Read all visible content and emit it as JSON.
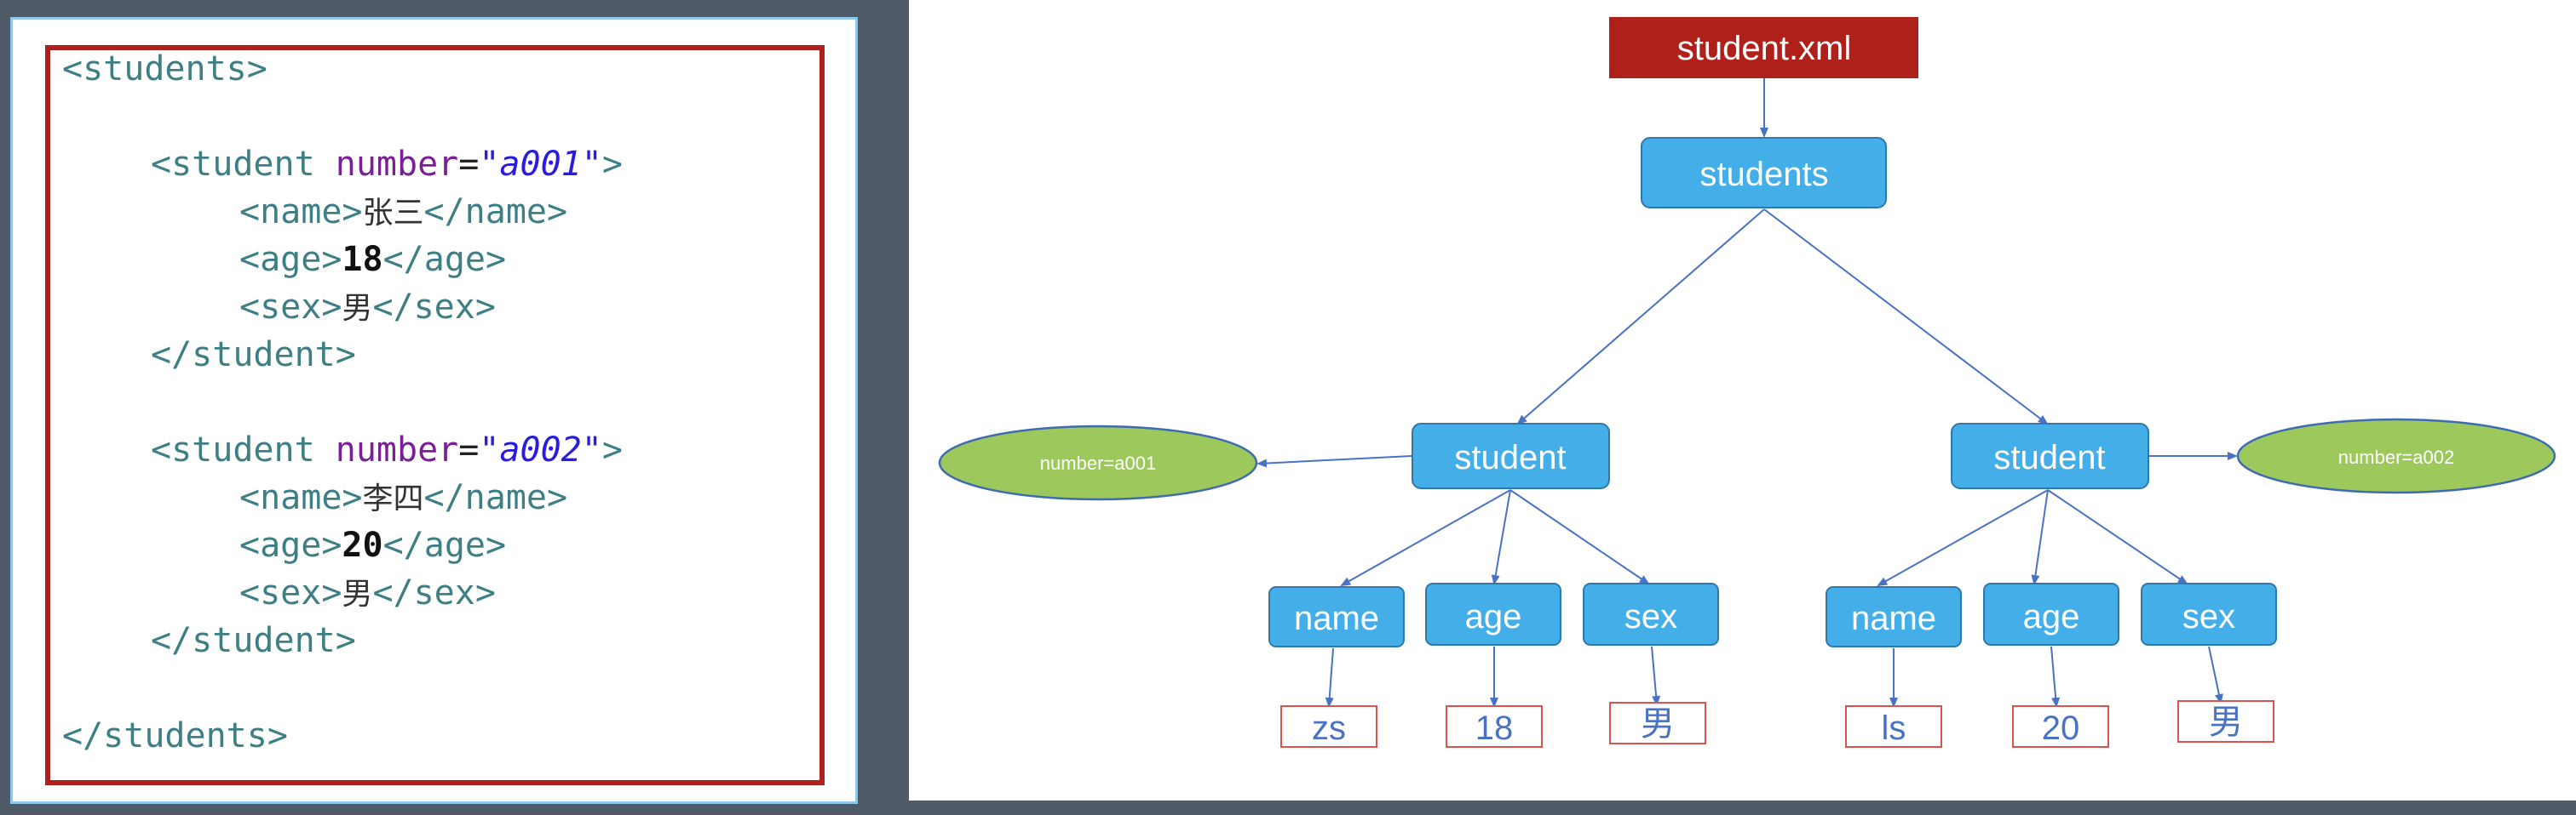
{
  "code": {
    "lines": [
      {
        "indent": 0,
        "parts": [
          {
            "t": "tag",
            "v": "<students>"
          }
        ]
      },
      {
        "indent": 0,
        "parts": []
      },
      {
        "indent": 1,
        "parts": [
          {
            "t": "tag",
            "v": "<student "
          },
          {
            "t": "attr",
            "v": "number"
          },
          {
            "t": "eq",
            "v": "="
          },
          {
            "t": "str",
            "v": "\"a001\""
          },
          {
            "t": "tag",
            "v": ">"
          }
        ]
      },
      {
        "indent": 2,
        "parts": [
          {
            "t": "tag",
            "v": "<name>"
          },
          {
            "t": "cjk",
            "v": "张三"
          },
          {
            "t": "tag",
            "v": "</name>"
          }
        ]
      },
      {
        "indent": 2,
        "parts": [
          {
            "t": "tag",
            "v": "<age>"
          },
          {
            "t": "num",
            "v": "18"
          },
          {
            "t": "tag",
            "v": "</age>"
          }
        ]
      },
      {
        "indent": 2,
        "parts": [
          {
            "t": "tag",
            "v": "<sex>"
          },
          {
            "t": "cjk",
            "v": "男"
          },
          {
            "t": "tag",
            "v": "</sex>"
          }
        ]
      },
      {
        "indent": 1,
        "parts": [
          {
            "t": "tag",
            "v": "</student>"
          }
        ]
      },
      {
        "indent": 0,
        "parts": []
      },
      {
        "indent": 1,
        "parts": [
          {
            "t": "tag",
            "v": "<student "
          },
          {
            "t": "attr",
            "v": "number"
          },
          {
            "t": "eq",
            "v": "="
          },
          {
            "t": "str",
            "v": "\"a002\""
          },
          {
            "t": "tag",
            "v": ">"
          }
        ]
      },
      {
        "indent": 2,
        "parts": [
          {
            "t": "tag",
            "v": "<name>"
          },
          {
            "t": "cjk",
            "v": "李四"
          },
          {
            "t": "tag",
            "v": "</name>"
          }
        ]
      },
      {
        "indent": 2,
        "parts": [
          {
            "t": "tag",
            "v": "<age>"
          },
          {
            "t": "num",
            "v": "20"
          },
          {
            "t": "tag",
            "v": "</age>"
          }
        ]
      },
      {
        "indent": 2,
        "parts": [
          {
            "t": "tag",
            "v": "<sex>"
          },
          {
            "t": "cjk",
            "v": "男"
          },
          {
            "t": "tag",
            "v": "</sex>"
          }
        ]
      },
      {
        "indent": 1,
        "parts": [
          {
            "t": "tag",
            "v": "</student>"
          }
        ]
      },
      {
        "indent": 0,
        "parts": []
      },
      {
        "indent": 0,
        "parts": [
          {
            "t": "tag",
            "v": "</students>"
          }
        ]
      }
    ]
  },
  "diagram": {
    "root": "student.xml",
    "students_node": "students",
    "student_left": "student",
    "student_right": "student",
    "attr_left": "number=a001",
    "attr_right": "number=a002",
    "children_left": [
      "name",
      "age",
      "sex"
    ],
    "children_right": [
      "name",
      "age",
      "sex"
    ],
    "values_left": [
      "zs",
      "18",
      "男"
    ],
    "values_right": [
      "ls",
      "20",
      "男"
    ]
  },
  "colors": {
    "root_fill": "#b0201b",
    "node_fill": "#44aee8",
    "attr_fill": "#9dc85c",
    "leaf_border": "#d9534f",
    "edge": "#4a72c4",
    "frame": "#b01e1e"
  }
}
